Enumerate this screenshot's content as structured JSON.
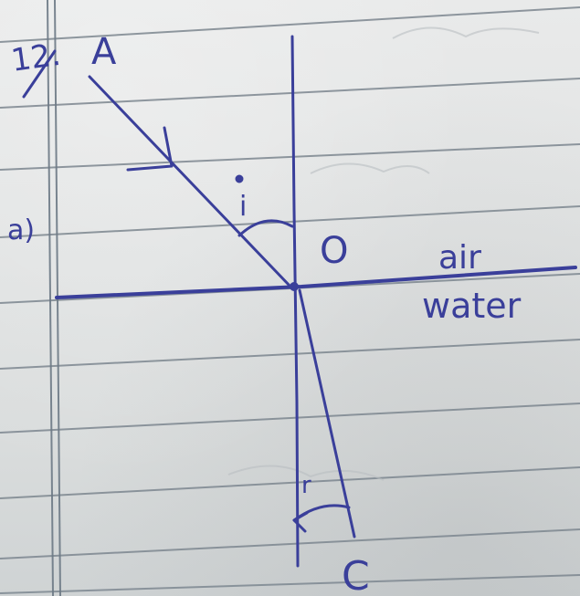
{
  "question_number": "12.",
  "part_label": "a)",
  "point_labels": {
    "incident_start": "A",
    "normal_point": "O",
    "refracted_end": "C"
  },
  "angle_labels": {
    "incidence": "i",
    "refraction": "r"
  },
  "media_labels": {
    "upper": "air",
    "lower": "water"
  },
  "colors": {
    "ink": "#3a3f9a",
    "ruled_line": "#7d8790",
    "margin_line": "#6d7a86"
  }
}
